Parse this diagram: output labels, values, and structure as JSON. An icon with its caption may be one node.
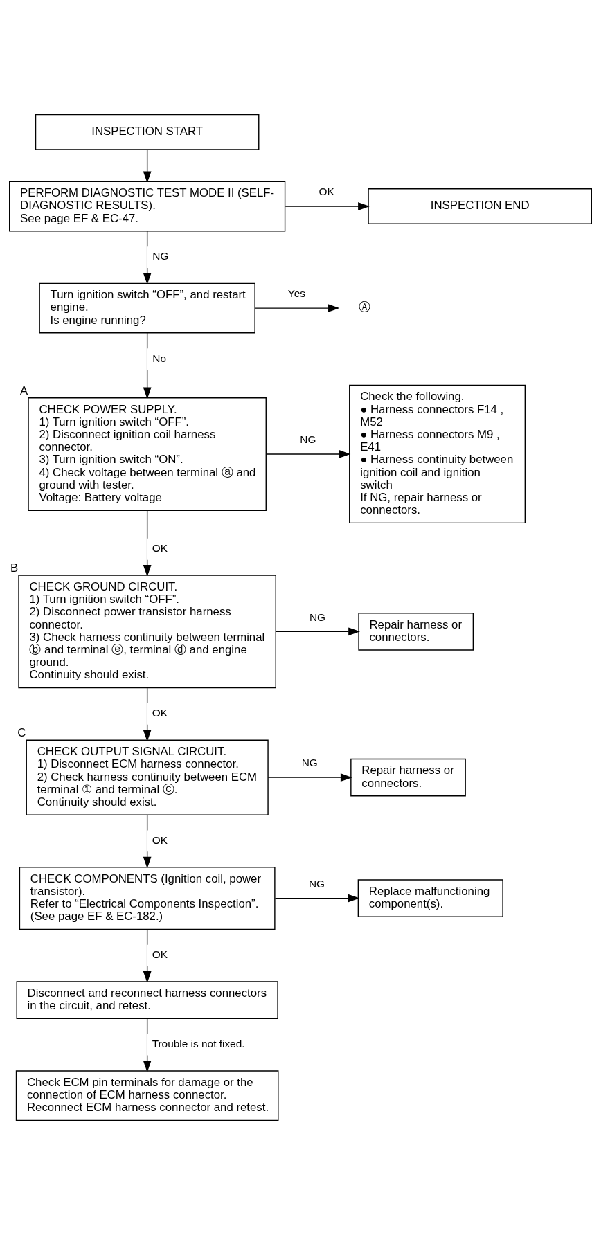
{
  "diagram": {
    "nodes": [
      {
        "text": [
          "INSPECTION START"
        ]
      },
      {
        "text": [
          "PERFORM DIAGNOSTIC TEST MODE II (SELF-DIAGNOSTIC RESULTS).",
          "See page EF & EC-47."
        ]
      },
      {
        "text": [
          "INSPECTION END"
        ]
      },
      {
        "text": [
          "Turn ignition switch “OFF”, and restart engine.",
          "Is engine running?"
        ]
      },
      {
        "text": [
          "Ⓐ"
        ]
      },
      {
        "text": [
          "CHECK POWER SUPPLY.",
          "1) Turn ignition switch “OFF”.",
          "2) Disconnect ignition coil harness connector.",
          "3) Turn ignition switch “ON”.",
          "4) Check voltage between terminal ⓐ and ground with tester.",
          "Voltage: Battery voltage"
        ],
        "beside": [
          "A"
        ]
      },
      {
        "text": [
          "Check the following.",
          "● Harness connectors F14 , M52",
          "● Harness connectors M9 , E41",
          "● Harness continuity between ignition coil and ignition switch",
          "If NG, repair harness or connectors."
        ]
      },
      {
        "text": [
          "CHECK GROUND CIRCUIT.",
          "1) Turn ignition switch “OFF”.",
          "2) Disconnect power transistor harness connector.",
          "3) Check harness continuity between terminal ⓑ and terminal ⓔ, terminal ⓓ and engine ground.",
          "Continuity should exist."
        ],
        "beside": [
          "B"
        ]
      },
      {
        "text": [
          "Repair harness or connectors."
        ]
      },
      {
        "text": [
          "CHECK OUTPUT SIGNAL CIRCUIT.",
          "1) Disconnect ECM harness connector.",
          "2) Check harness continuity between ECM terminal ① and terminal ⓒ.",
          "Continuity should exist."
        ],
        "beside": [
          "C"
        ]
      },
      {
        "text": [
          "Repair harness or connectors."
        ]
      },
      {
        "text": [
          "CHECK COMPONENTS (Ignition coil, power transistor).",
          "Refer to “Electrical Components Inspection”.",
          "(See page EF & EC-182.)"
        ]
      },
      {
        "text": [
          "Replace malfunctioning component(s)."
        ]
      },
      {
        "text": [
          "Disconnect and reconnect harness connectors in the circuit, and retest."
        ]
      },
      {
        "text": [
          "Check ECM pin terminals for damage or the connection of ECM harness connector. Reconnect ECM harness connector and retest."
        ]
      }
    ],
    "edges": [
      {
        "from": 0,
        "to": 1,
        "arrow": "to"
      },
      {
        "from": 1,
        "to": 2,
        "arrow": "to",
        "label": "OK"
      },
      {
        "from": 1,
        "to": 3,
        "arrow": "to",
        "label": "NG"
      },
      {
        "from": 3,
        "to": 4,
        "arrow": "to",
        "label": "Yes"
      },
      {
        "from": 3,
        "to": 5,
        "arrow": "to",
        "label": "No"
      },
      {
        "from": 5,
        "to": 6,
        "arrow": "to",
        "label": "NG"
      },
      {
        "from": 5,
        "to": 7,
        "arrow": "to",
        "label": "OK"
      },
      {
        "from": 7,
        "to": 8,
        "arrow": "to",
        "label": "NG"
      },
      {
        "from": 7,
        "to": 9,
        "arrow": "to",
        "label": "OK"
      },
      {
        "from": 9,
        "to": 10,
        "arrow": "to",
        "label": "NG"
      },
      {
        "from": 9,
        "to": 11,
        "arrow": "to",
        "label": "OK"
      },
      {
        "from": 11,
        "to": 12,
        "arrow": "to",
        "label": "NG"
      },
      {
        "from": 11,
        "to": 13,
        "arrow": "to",
        "label": "OK"
      },
      {
        "from": 13,
        "to": 14,
        "arrow": "to",
        "label": "Trouble is not fixed."
      }
    ]
  }
}
